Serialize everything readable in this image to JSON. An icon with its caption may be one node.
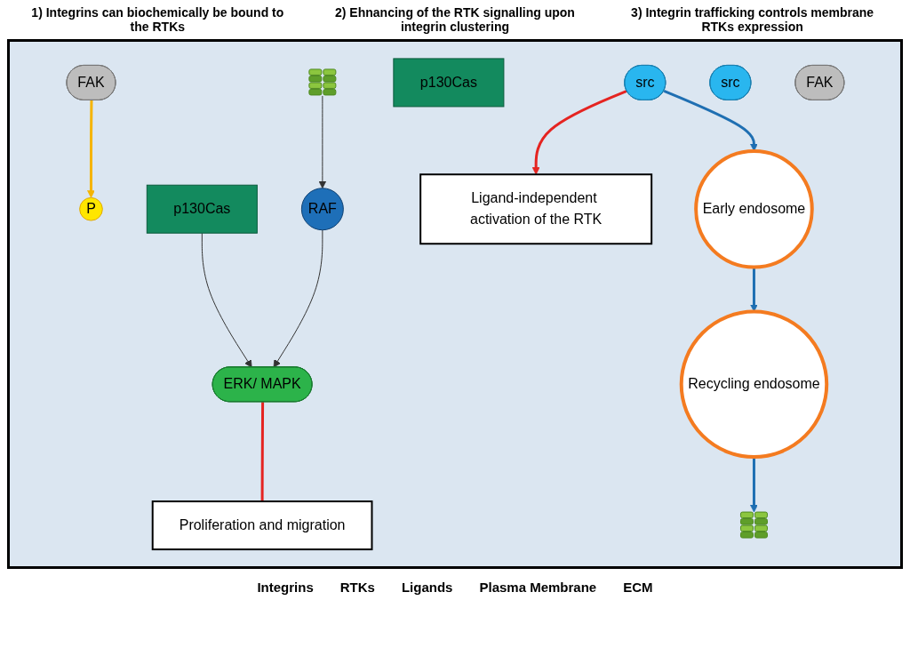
{
  "diagram": {
    "nodes": [
      {
        "text": [
          "src"
        ]
      },
      {
        "text": [
          "FAK"
        ]
      },
      {
        "text": [
          "p130Cas"
        ]
      },
      {
        "text": [
          "P"
        ]
      },
      {
        "text": [],
        "shape": "picture"
      },
      {
        "text": [
          "src"
        ]
      },
      {
        "text": [
          "FAK"
        ]
      },
      {
        "text": [
          "p130Cas"
        ]
      },
      {
        "text": [
          "RAF"
        ]
      },
      {
        "text": [
          "Ligand-independent activation of the RTK"
        ]
      },
      {
        "text": [
          "ERK/ MAPK"
        ]
      },
      {
        "text": [
          "Proliferation and migration"
        ]
      },
      {
        "text": [
          "Early endosome"
        ]
      },
      {
        "text": [
          "Recycling endosome"
        ]
      },
      {
        "text": [],
        "shape": "picture"
      }
    ],
    "edges": [
      {
        "from": 1,
        "to": 3,
        "arrow": "to",
        "color": "#f5b400"
      },
      {
        "from": 0,
        "to": 9,
        "arrow": "to",
        "color": "#e52421"
      },
      {
        "from": 4,
        "to": 8,
        "arrow": "to"
      },
      {
        "from": 8,
        "to": 10,
        "arrow": "to"
      },
      {
        "from": 7,
        "to": 10,
        "arrow": "to"
      },
      {
        "from": 10,
        "to": 11,
        "arrow": "none",
        "color": "#e52421"
      },
      {
        "from": 0,
        "to": 12,
        "arrow": "to",
        "color": "#1f6fb2"
      },
      {
        "from": 12,
        "to": 13,
        "arrow": "to",
        "color": "#1f6fb2"
      },
      {
        "from": 13,
        "to": 14,
        "arrow": "to",
        "color": "#1f6fb2"
      }
    ],
    "labels": [
      "1) Integrins can biochemically be bound to the RTKs",
      "2) Ehnancing of the RTK signalling upon integrin clustering",
      "3) Integrin trafficking controls membrane RTKs expression"
    ],
    "legend": [
      {
        "text": "Integrins"
      },
      {
        "text": "RTKs"
      },
      {
        "text": "Ligands"
      },
      {
        "text": "Plasma Membrane"
      },
      {
        "text": "ECM"
      }
    ]
  }
}
